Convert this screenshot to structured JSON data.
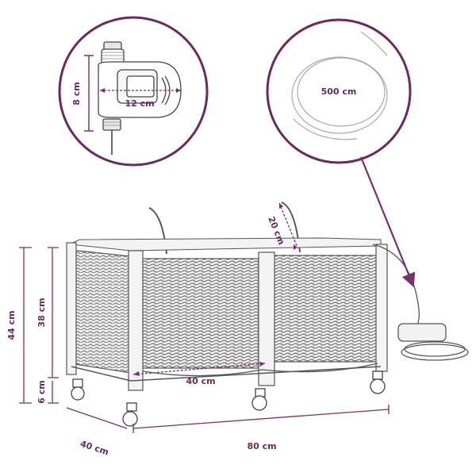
{
  "callouts": {
    "timer_height": "8 cm",
    "timer_width": "12 cm",
    "hose_length": "500 cm"
  },
  "dimensions": {
    "total_height": "44 cm",
    "box_height": "38 cm",
    "wheel_height": "6 cm",
    "depth": "40 cm",
    "length": "80 cm",
    "compartment_width": "40 cm",
    "pipe_height": "20 cm"
  },
  "colors": {
    "accent": "#7a2e6e",
    "line": "#4a4a4a",
    "weave": "#8a8a8a",
    "frame": "#f2f2f2"
  }
}
